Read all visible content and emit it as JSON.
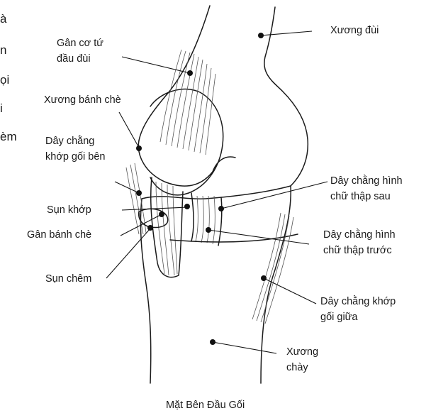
{
  "labels": {
    "quad_tendon": "Gân cơ tứ\nđầu đùi",
    "femur": "Xương đùi",
    "patella": "Xương bánh chè",
    "lateral_collateral": "Dây chằng\nkhớp gối bên",
    "posterior_cruciate": "Dây chằng hình\nchữ thập sau",
    "cartilage": "Sụn khớp",
    "patellar_tendon": "Gân bánh chè",
    "anterior_cruciate": "Dây chằng hình\nchữ thập trước",
    "meniscus": "Sụn chêm",
    "medial_collateral": "Dây chằng khớp\ngối giữa",
    "tibia": "Xương\nchày",
    "caption": "Mặt Bên Đầu Gối"
  },
  "edge_fragments": [
    "à",
    "n",
    "ọi",
    "i",
    "èm"
  ]
}
